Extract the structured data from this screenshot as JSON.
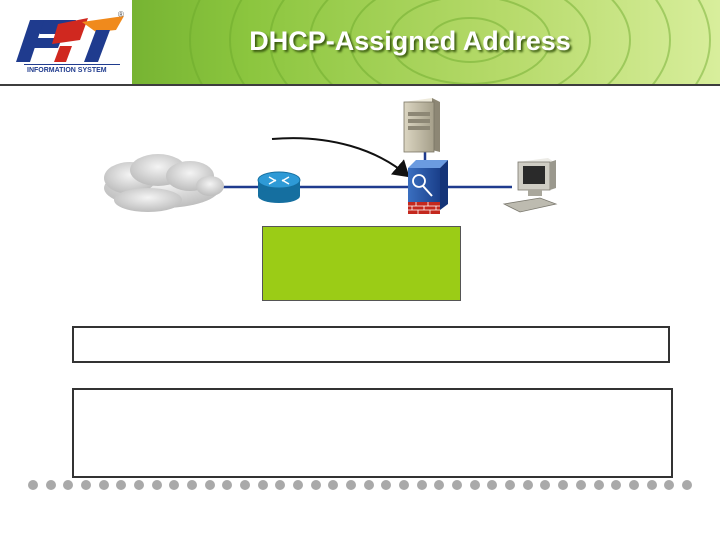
{
  "slide": {
    "title": "DHCP-Assigned Address",
    "brand": {
      "logo_text": "FPT",
      "tagline": "INFORMATION SYSTEM",
      "trademark": "®"
    }
  },
  "diagram": {
    "nodes": [
      {
        "id": "cloud",
        "icon": "cloud-icon"
      },
      {
        "id": "router",
        "icon": "router-icon"
      },
      {
        "id": "dhcp-server",
        "icon": "server-tower-icon"
      },
      {
        "id": "vpn-concentrator",
        "icon": "security-appliance-icon"
      },
      {
        "id": "client-pc",
        "icon": "workstation-icon"
      }
    ],
    "edges": [
      [
        "cloud",
        "router"
      ],
      [
        "router",
        "vpn-concentrator"
      ],
      [
        "dhcp-server",
        "vpn-concentrator"
      ],
      [
        "vpn-concentrator",
        "client-pc"
      ]
    ],
    "callout_box_text": "",
    "text_box_1": "",
    "text_box_2": ""
  },
  "colors": {
    "header_green": "#8cc63f",
    "callout_green": "#9bcc16",
    "logo_blue": "#1f3b8e",
    "logo_red": "#d0281f",
    "logo_orange": "#f08a1c",
    "router_blue": "#1f8fc8"
  }
}
